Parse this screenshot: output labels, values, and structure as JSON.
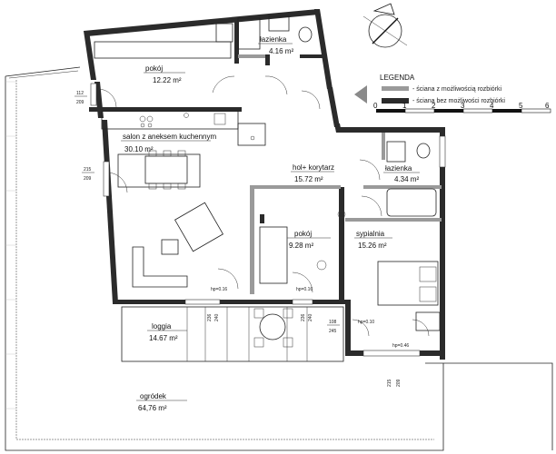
{
  "rooms": [
    {
      "name": "łazienka",
      "area": "4.16 m²"
    },
    {
      "name": "pokój",
      "area": "12.22 m²"
    },
    {
      "name": "salon z aneksem kuchennym",
      "area": "30.10 m²"
    },
    {
      "name": "hol+ korytarz",
      "area": "15.72 m²"
    },
    {
      "name": "łazienka",
      "area": "4.34 m²"
    },
    {
      "name": "pokój",
      "area": "9.28 m²"
    },
    {
      "name": "sypialnia",
      "area": "15.26 m²"
    },
    {
      "name": "loggia",
      "area": "14.67 m²"
    },
    {
      "name": "ogródek",
      "area": "64,76 m²"
    }
  ],
  "window_marks": [
    {
      "top": "112",
      "bottom": "209"
    },
    {
      "top": "215",
      "bottom": "209"
    },
    {
      "top": "215",
      "bottom": "209"
    }
  ],
  "sill_marks": [
    "236",
    "240",
    "236",
    "240",
    "108",
    "245"
  ],
  "door_heights": [
    "hp=0.16",
    "hp=0.16",
    "hp=0.46",
    "hp=0.10"
  ],
  "legend": {
    "title": "LEGENDA",
    "items": [
      {
        "label": "- ściana z możliwością rozbiórki",
        "color": "#9a9a9a"
      },
      {
        "label": "- ściana bez możliwości rozbiórki",
        "color": "#2b2b2b"
      }
    ]
  },
  "scale": {
    "ticks": [
      "0",
      "1",
      "2",
      "3",
      "4",
      "5",
      "6"
    ]
  }
}
